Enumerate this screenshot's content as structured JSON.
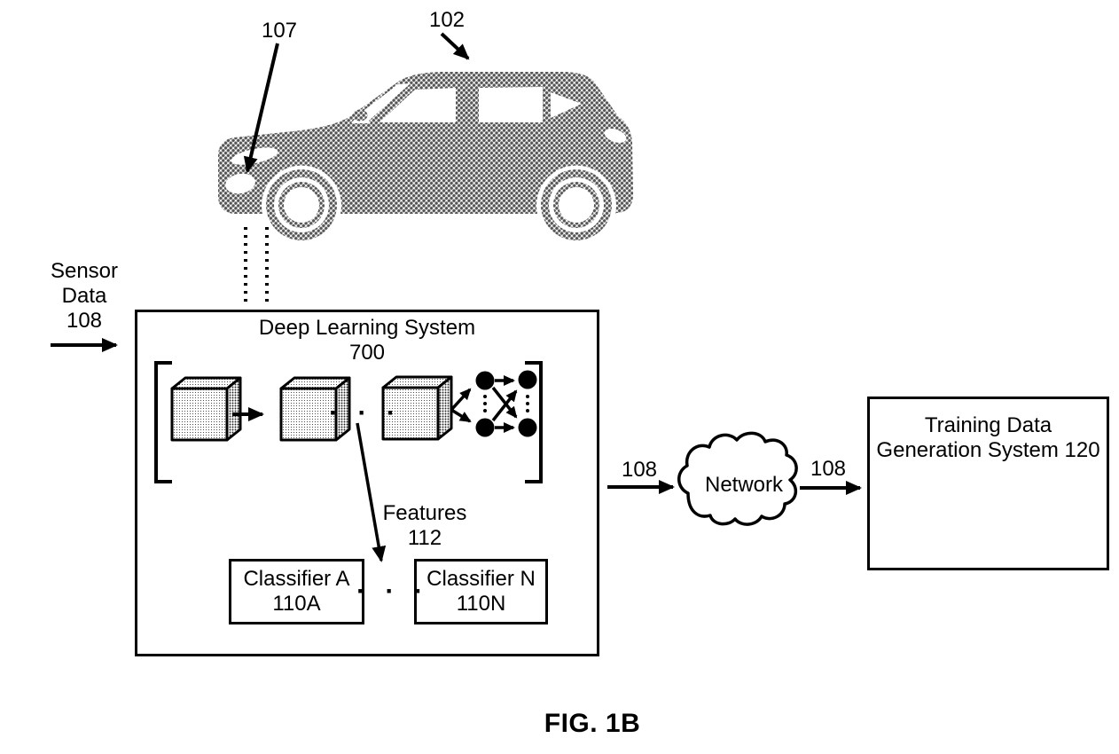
{
  "figure": {
    "caption": "FIG. 1B"
  },
  "vehicle": {
    "ref": "102",
    "sensor_ref": "107"
  },
  "sensor_data": {
    "line1": "Sensor",
    "line2": "Data",
    "ref": "108"
  },
  "deep_learning_system": {
    "title": "Deep Learning System",
    "ref": "700",
    "block_ellipsis": "· · ·",
    "features": {
      "label": "Features",
      "ref": "112"
    },
    "classifier_ellipsis": "· · ·",
    "classifiers": [
      {
        "label": "Classifier A",
        "ref": "110A"
      },
      {
        "label": "Classifier N",
        "ref": "110N"
      }
    ]
  },
  "network": {
    "label": "Network",
    "inbound_ref": "108",
    "outbound_ref": "108"
  },
  "training_system": {
    "line1": "Training Data",
    "line2": "Generation System",
    "ref": "120"
  },
  "colors": {
    "ink": "#000000",
    "vehicle_halftone": "#555555",
    "background": "#ffffff"
  }
}
